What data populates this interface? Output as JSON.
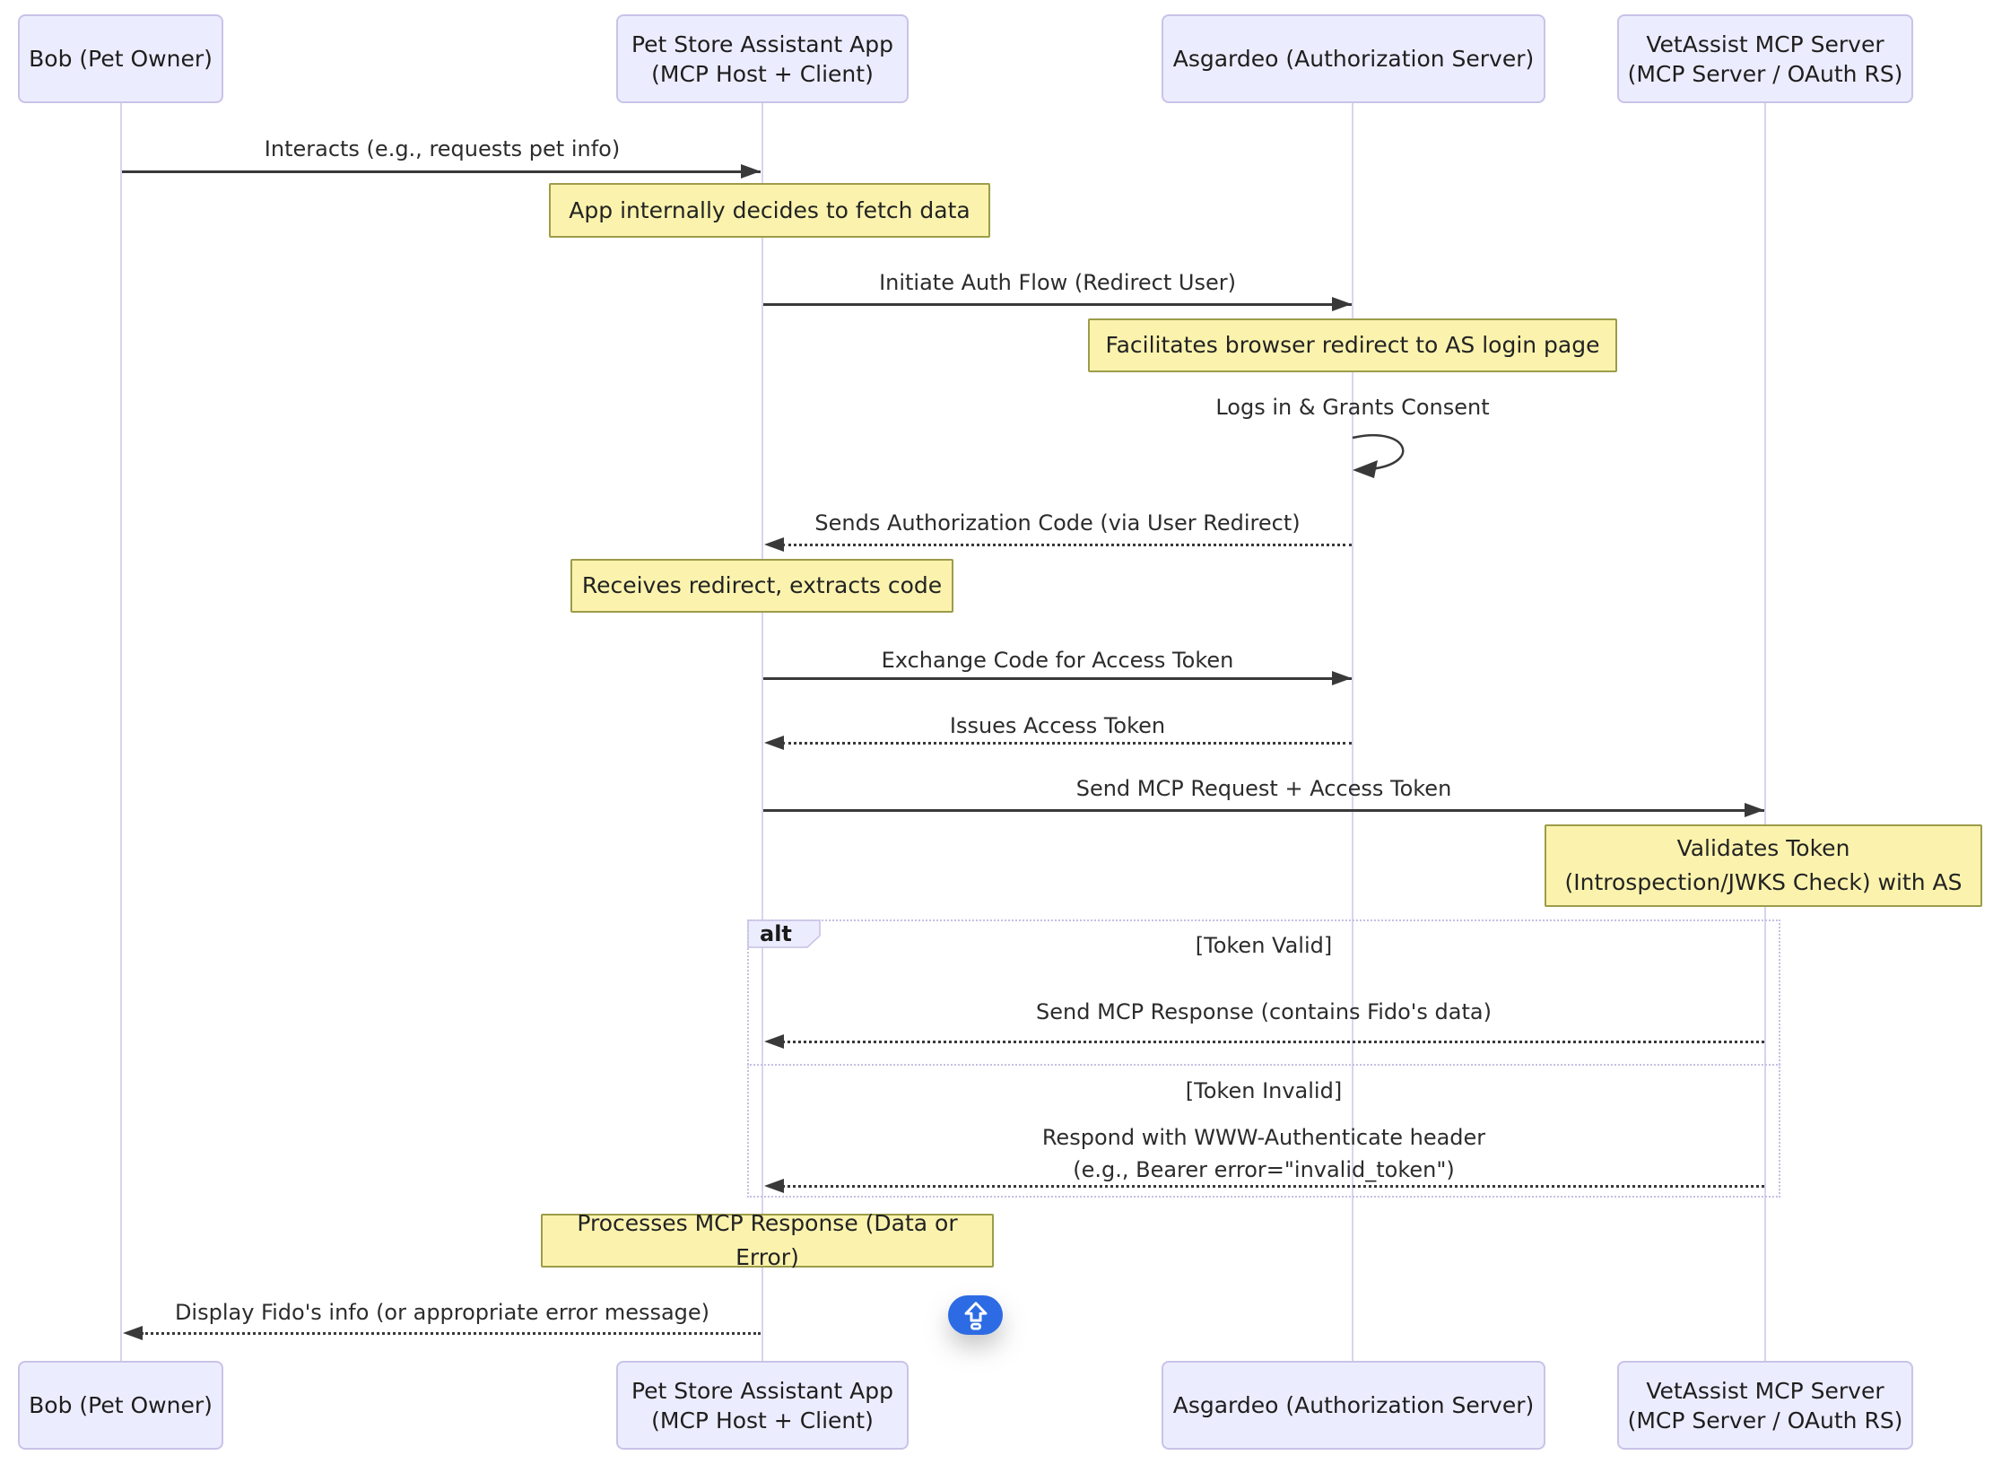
{
  "diagram": {
    "participants": [
      {
        "id": "bob",
        "line1": "Bob (Pet Owner)",
        "line2": ""
      },
      {
        "id": "app",
        "line1": "Pet Store Assistant App",
        "line2": "(MCP Host + Client)"
      },
      {
        "id": "asgardeo",
        "line1": "Asgardeo (Authorization Server)",
        "line2": ""
      },
      {
        "id": "vetassist",
        "line1": "VetAssist MCP Server",
        "line2": "(MCP Server / OAuth RS)"
      }
    ],
    "messages": [
      {
        "text": "Interacts (e.g., requests pet info)",
        "style": "solid",
        "from": "bob",
        "to": "app"
      },
      {
        "text": "Initiate Auth Flow (Redirect User)",
        "style": "solid",
        "from": "app",
        "to": "asgardeo"
      },
      {
        "text": "Logs in & Grants Consent",
        "style": "self",
        "from": "asgardeo",
        "to": "asgardeo"
      },
      {
        "text": "Sends Authorization Code (via User Redirect)",
        "style": "dotted",
        "from": "asgardeo",
        "to": "app"
      },
      {
        "text": "Exchange Code for Access Token",
        "style": "solid",
        "from": "app",
        "to": "asgardeo"
      },
      {
        "text": "Issues Access Token",
        "style": "dotted",
        "from": "asgardeo",
        "to": "app"
      },
      {
        "text": "Send MCP Request + Access Token",
        "style": "solid",
        "from": "app",
        "to": "vetassist"
      },
      {
        "text": "Send MCP Response (contains Fido's data)",
        "style": "dotted",
        "from": "vetassist",
        "to": "app"
      },
      {
        "text_line1": "Respond with WWW-Authenticate header",
        "text_line2": "(e.g., Bearer error=\"invalid_token\")",
        "style": "dotted",
        "from": "vetassist",
        "to": "app"
      },
      {
        "text": "Display Fido's info (or appropriate error message)",
        "style": "dotted",
        "from": "app",
        "to": "bob"
      }
    ],
    "notes": [
      {
        "text": "App internally decides to fetch data"
      },
      {
        "text": "Facilitates browser redirect to AS login page"
      },
      {
        "text": "Receives redirect, extracts code"
      },
      {
        "line1": "Validates Token",
        "line2": "(Introspection/JWKS Check) with AS"
      },
      {
        "text": "Processes MCP Response (Data or Error)"
      }
    ],
    "alt_block": {
      "label": "alt",
      "condition_valid": "[Token Valid]",
      "condition_invalid": "[Token Invalid]"
    },
    "colors": {
      "actor_fill": "#ECECFF",
      "actor_border": "#c9c3e8",
      "note_fill": "#fbf3ad",
      "note_border": "#9c9c4a",
      "arrow": "#393939",
      "lifeline": "#d8d4ee",
      "frame_border": "#c5c0e2",
      "button_blue": "#2d6be4"
    }
  },
  "floating_button": {
    "icon": "scroll-to-top-arrow-icon"
  }
}
